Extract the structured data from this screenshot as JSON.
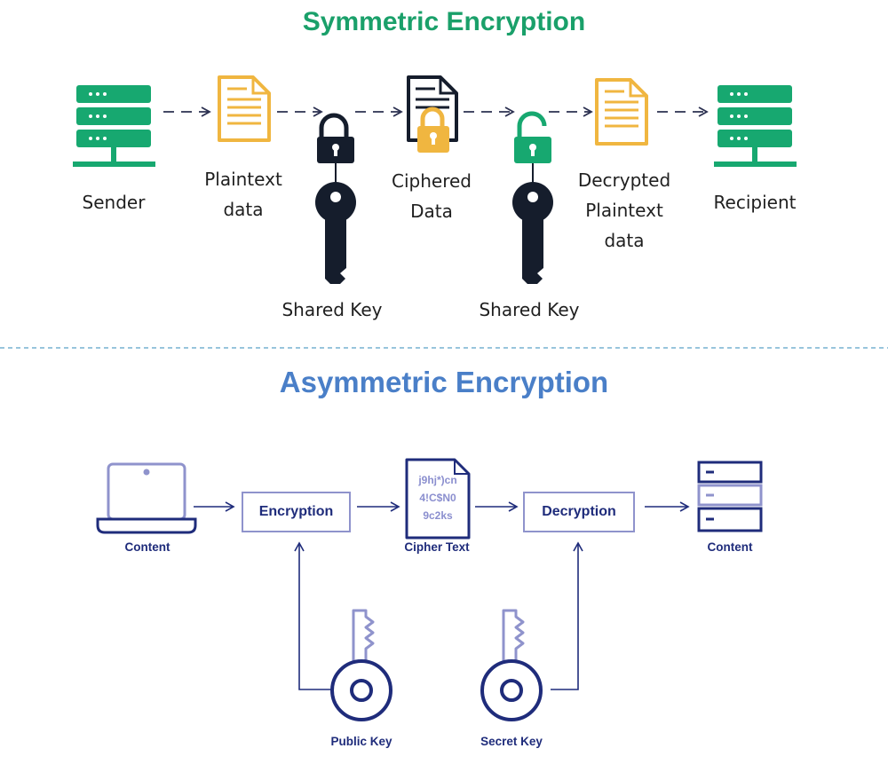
{
  "colors": {
    "green": "#17a870",
    "green_title": "#1aa06a",
    "orange": "#f0b640",
    "dark": "#151d2c",
    "asym_title": "#4a7fc8",
    "navy": "#1f2c7b",
    "light_purple": "#8f93cc",
    "cipher_text": "#8b8fcf",
    "divider": "#5aa2c8"
  },
  "symmetric": {
    "title": "Symmetric Encryption",
    "sender": "Sender",
    "plaintext": "Plaintext\ndata",
    "shared_key_1": "Shared Key",
    "ciphered": "Ciphered\nData",
    "shared_key_2": "Shared Key",
    "decrypted": "Decrypted\nPlaintext\ndata",
    "recipient": "Recipient"
  },
  "asymmetric": {
    "title": "Asymmetric Encryption",
    "content_left": "Content",
    "encryption": "Encryption",
    "cipher_lines": [
      "j9hj*)cn",
      "4!C$N0",
      "9c2ks"
    ],
    "cipher_text": "Cipher Text",
    "decryption": "Decryption",
    "content_right": "Content",
    "public_key": "Public Key",
    "secret_key": "Secret Key"
  }
}
